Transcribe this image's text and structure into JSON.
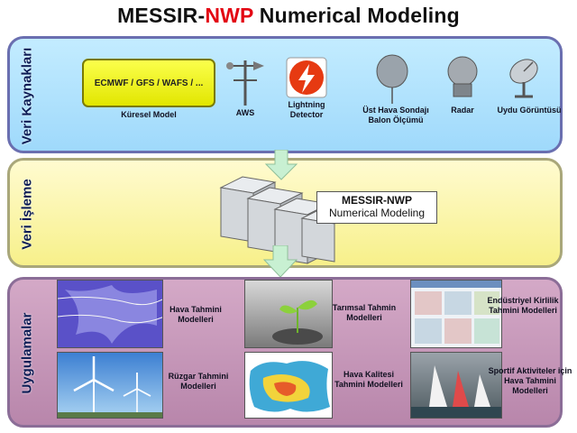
{
  "title": {
    "pre": "MESSIR-",
    "accent": "NWP",
    "post": " Numerical Modeling",
    "accent_color": "#e30613"
  },
  "sources": {
    "side_label": "Veri Kaynakları",
    "box_text": "ECMWF / GFS / WAFS / ...",
    "box_caption": "Küresel Model",
    "items": [
      "AWS",
      "Lightning Detector",
      "Üst Hava Sondajı Balon Ölçümü",
      "Radar",
      "Uydu Görüntüsü"
    ]
  },
  "processing": {
    "side_label": "Veri İşleme",
    "box_title": "MESSIR-NWP",
    "box_subtitle": "Numerical Modeling"
  },
  "applications": {
    "side_label": "Uygulamalar",
    "items": [
      "Hava Tahmini Modelleri",
      "Tarımsal Tahmin Modelleri",
      "Endüstriyel Kirlilik Tahmini Modelleri",
      "Rüzgar Tahmini Modelleri",
      "Hava Kalitesi Tahmini Modelleri",
      "Sportif Aktiviteler için Hava Tahmini Modelleri"
    ]
  }
}
